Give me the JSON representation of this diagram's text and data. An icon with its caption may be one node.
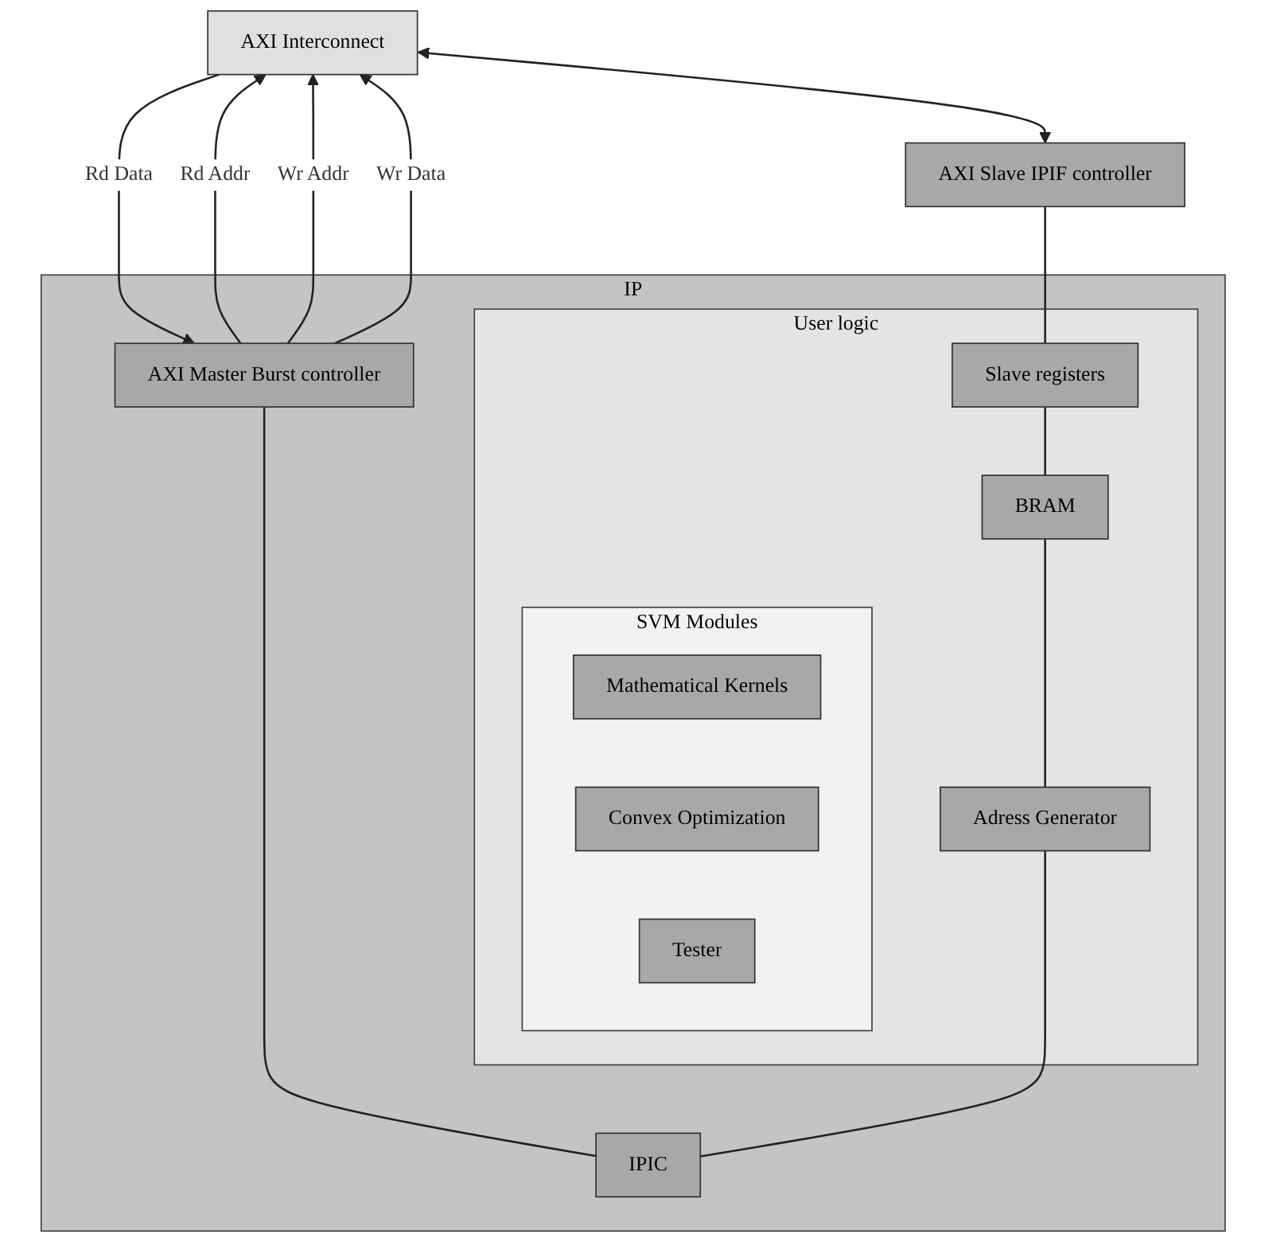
{
  "diagram": {
    "nodes": [
      {
        "text": [
          "AXI Interconnect"
        ]
      },
      {
        "text": [
          "AXI Slave IPIF controller"
        ]
      },
      {
        "text": [
          "IP"
        ]
      },
      {
        "text": [
          "AXI Master Burst controller"
        ],
        "in": 2
      },
      {
        "text": [
          "IPIC"
        ],
        "in": 2
      },
      {
        "text": [
          "User logic"
        ],
        "in": 2
      },
      {
        "text": [
          "Slave registers"
        ],
        "in": 5
      },
      {
        "text": [
          "BRAM"
        ],
        "in": 5
      },
      {
        "text": [
          "Adress Generator"
        ],
        "in": 5
      },
      {
        "text": [
          "SVM Modules"
        ],
        "in": 5
      },
      {
        "text": [
          "Mathematical Kernels"
        ],
        "in": 9
      },
      {
        "text": [
          "Convex Optimization"
        ],
        "in": 9
      },
      {
        "text": [
          "Tester"
        ],
        "in": 9
      }
    ],
    "edges": [
      {
        "from": 0,
        "to": 1,
        "arrow": "both"
      },
      {
        "from": 3,
        "to": 0,
        "arrow": "to",
        "label": "Rd Addr"
      },
      {
        "from": 0,
        "to": 3,
        "arrow": "to",
        "label": "Rd Data"
      },
      {
        "from": 3,
        "to": 0,
        "arrow": "to",
        "label": "Wr Addr"
      },
      {
        "from": 3,
        "to": 0,
        "arrow": "to",
        "label": "Wr Data"
      },
      {
        "from": 3,
        "to": 4,
        "arrow": "none"
      },
      {
        "from": 1,
        "to": 6,
        "arrow": "none"
      },
      {
        "from": 6,
        "to": 7,
        "arrow": "none"
      },
      {
        "from": 7,
        "to": 8,
        "arrow": "none"
      },
      {
        "from": 8,
        "to": 4,
        "arrow": "none"
      }
    ]
  }
}
